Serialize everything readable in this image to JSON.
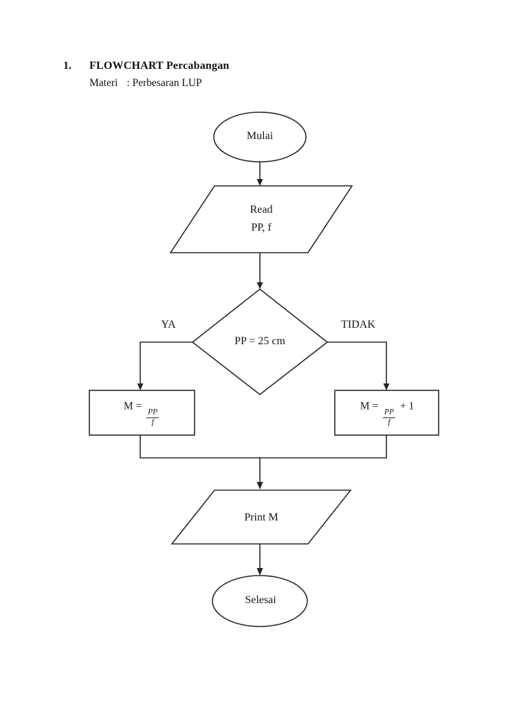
{
  "header": {
    "number": "1.",
    "title": "FLOWCHART Percabangan",
    "materi_label": "Materi",
    "materi_value": ": Perbesaran LUP"
  },
  "flowchart": {
    "stroke_color": "#262626",
    "text_color": "#141414",
    "start": {
      "shape": "terminator-oval",
      "label": "Mulai"
    },
    "read": {
      "shape": "io-parallelogram",
      "line1": "Read",
      "line2": "PP, f"
    },
    "decision": {
      "shape": "decision-diamond",
      "label": "PP = 25 cm"
    },
    "branch_yes_label": "YA",
    "branch_no_label": "TIDAK",
    "process_yes": {
      "shape": "process-rect",
      "prefix": "M =",
      "numerator": "PP",
      "denominator": "f",
      "suffix": ""
    },
    "process_no": {
      "shape": "process-rect",
      "prefix": "M =",
      "numerator": "PP",
      "denominator": "f",
      "suffix": "+ 1"
    },
    "print": {
      "shape": "io-parallelogram",
      "label": "Print M"
    },
    "end": {
      "shape": "terminator-oval",
      "label": "Selesai"
    }
  }
}
